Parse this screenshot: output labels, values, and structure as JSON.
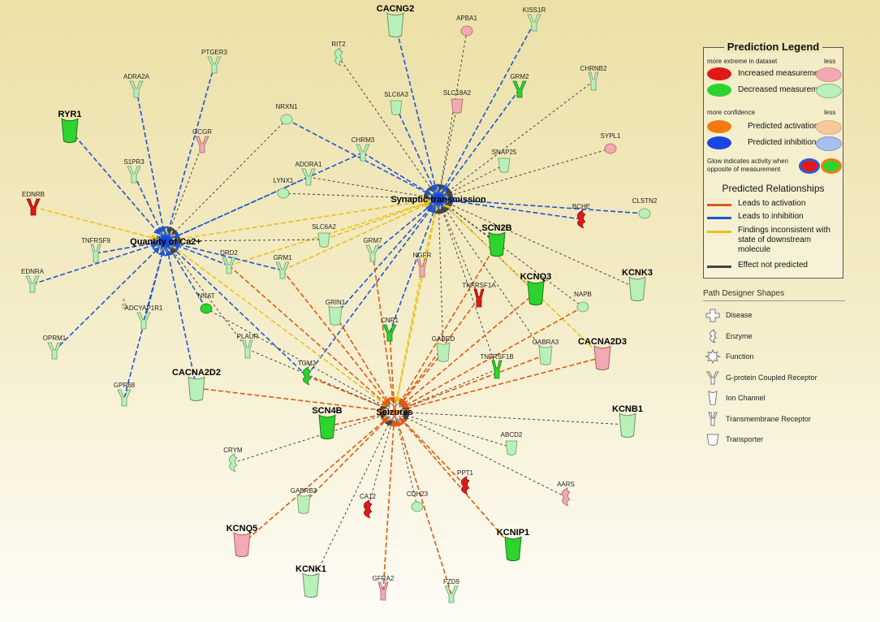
{
  "colors": {
    "activation": "#e05a10",
    "inhibition": "#1f55d6",
    "inconsistent": "#e8c21a",
    "not_predicted": "#444444",
    "increased_strong": "#e01818",
    "increased_light": "#f2a9b4",
    "decreased_strong": "#2dd42d",
    "decreased_light": "#b9efb9",
    "pred_activation": "#f27a10",
    "pred_inhibition": "#1a46e0",
    "pred_activation_light": "#f9c79b",
    "pred_inhibition_light": "#a9bff2"
  },
  "nodes": [
    {
      "id": "seizures",
      "label": "Seizures",
      "type": "function",
      "state": "activation",
      "bold": true
    },
    {
      "id": "synaptic",
      "label": "Synaptic transmission",
      "type": "function",
      "state": "inhibition",
      "bold": true
    },
    {
      "id": "quantity",
      "label": "Quantity of Ca2+",
      "type": "function",
      "state": "inhibition",
      "bold": true
    },
    {
      "id": "CACNG2",
      "label": "CACNG2",
      "type": "ion-channel",
      "expr": "down-light",
      "bold": true
    },
    {
      "id": "APBA1",
      "label": "APBA1",
      "type": "other",
      "expr": "up-light"
    },
    {
      "id": "KISS1R",
      "label": "KISS1R",
      "type": "gpcr",
      "expr": "down-light"
    },
    {
      "id": "RIT2",
      "label": "RIT2",
      "type": "enzyme",
      "expr": "down-light"
    },
    {
      "id": "SLC6A3",
      "label": "SLC6A3",
      "type": "transporter",
      "expr": "down-light"
    },
    {
      "id": "SLC18A2",
      "label": "SLC18A2",
      "type": "transporter",
      "expr": "up-light"
    },
    {
      "id": "GRM2",
      "label": "GRM2",
      "type": "gpcr",
      "expr": "down-strong"
    },
    {
      "id": "CHRNB2",
      "label": "CHRNB2",
      "type": "transmembrane",
      "expr": "down-light"
    },
    {
      "id": "PTGER3",
      "label": "PTGER3",
      "type": "gpcr",
      "expr": "down-light"
    },
    {
      "id": "ADRA2A",
      "label": "ADRA2A",
      "type": "gpcr",
      "expr": "down-light"
    },
    {
      "id": "NRXN1",
      "label": "NRXN1",
      "type": "other",
      "expr": "down-light"
    },
    {
      "id": "RYR1",
      "label": "RYR1",
      "type": "ion-channel",
      "expr": "down-strong",
      "bold": true
    },
    {
      "id": "GCGR",
      "label": "GCGR",
      "type": "gpcr",
      "expr": "up-light"
    },
    {
      "id": "CHRM3",
      "label": "CHRM3",
      "type": "gpcr",
      "expr": "down-light"
    },
    {
      "id": "SYPL1",
      "label": "SYPL1",
      "type": "other",
      "expr": "up-light"
    },
    {
      "id": "SNAP25",
      "label": "SNAP25",
      "type": "transporter",
      "expr": "down-light"
    },
    {
      "id": "S1PR3",
      "label": "S1PR3",
      "type": "gpcr",
      "expr": "down-light"
    },
    {
      "id": "ADORA1",
      "label": "ADORA1",
      "type": "gpcr",
      "expr": "down-light"
    },
    {
      "id": "LYNX1",
      "label": "LYNX1",
      "type": "other",
      "expr": "down-light"
    },
    {
      "id": "EDNRB",
      "label": "EDNRB",
      "type": "gpcr",
      "expr": "up-strong"
    },
    {
      "id": "BCHE",
      "label": "BCHE",
      "type": "enzyme",
      "expr": "up-strong"
    },
    {
      "id": "CLSTN2",
      "label": "CLSTN2",
      "type": "other",
      "expr": "down-light"
    },
    {
      "id": "TNFRSF9",
      "label": "TNFRSF9",
      "type": "transmembrane",
      "expr": "down-light"
    },
    {
      "id": "SLC6A2",
      "label": "SLC6A2",
      "type": "transporter",
      "expr": "down-light"
    },
    {
      "id": "SCN2B",
      "label": "SCN2B",
      "type": "ion-channel",
      "expr": "down-strong",
      "bold": true
    },
    {
      "id": "DRD2",
      "label": "DRD2",
      "type": "gpcr",
      "expr": "down-light"
    },
    {
      "id": "GRM7",
      "label": "GRM7",
      "type": "gpcr",
      "expr": "down-light"
    },
    {
      "id": "NGFR",
      "label": "NGFR",
      "type": "transmembrane",
      "expr": "up-light"
    },
    {
      "id": "EDNRA",
      "label": "EDNRA",
      "type": "gpcr",
      "expr": "down-light"
    },
    {
      "id": "GRM1",
      "label": "GRM1",
      "type": "gpcr",
      "expr": "down-light"
    },
    {
      "id": "TNFRSF1A",
      "label": "TNFRSF1A",
      "type": "transmembrane",
      "expr": "up-strong"
    },
    {
      "id": "KCNQ3",
      "label": "KCNQ3",
      "type": "ion-channel",
      "expr": "down-strong",
      "bold": true
    },
    {
      "id": "NAPB",
      "label": "NAPB",
      "type": "other",
      "expr": "down-light"
    },
    {
      "id": "KCNK3",
      "label": "KCNK3",
      "type": "ion-channel",
      "expr": "down-light",
      "bold": true
    },
    {
      "id": "NNAT",
      "label": "NNAT",
      "type": "other",
      "expr": "down-strong"
    },
    {
      "id": "GRIN1",
      "label": "GRIN1",
      "type": "ion-channel",
      "expr": "down-light"
    },
    {
      "id": "ADCYAP1R1",
      "label": "ADCYAP1R1",
      "type": "gpcr",
      "expr": "down-light"
    },
    {
      "id": "CNR1",
      "label": "CNR1",
      "type": "gpcr",
      "expr": "down-strong"
    },
    {
      "id": "OPRM1",
      "label": "OPRM1",
      "type": "gpcr",
      "expr": "down-light"
    },
    {
      "id": "GABRD",
      "label": "GABRD",
      "type": "ion-channel",
      "expr": "down-light"
    },
    {
      "id": "CACNA2D3",
      "label": "CACNA2D3",
      "type": "ion-channel",
      "expr": "up-light",
      "bold": true
    },
    {
      "id": "PLAUR",
      "label": "PLAUR",
      "type": "transmembrane",
      "expr": "down-light"
    },
    {
      "id": "TGM2",
      "label": "TGM2",
      "type": "enzyme",
      "expr": "down-strong"
    },
    {
      "id": "TNFRSF1B",
      "label": "TNFRSF1B",
      "type": "transmembrane",
      "expr": "down-strong"
    },
    {
      "id": "GABRA3",
      "label": "GABRA3",
      "type": "ion-channel",
      "expr": "down-light"
    },
    {
      "id": "CACNA2D2",
      "label": "CACNA2D2",
      "type": "ion-channel",
      "expr": "down-light",
      "bold": true
    },
    {
      "id": "GPR68",
      "label": "GPR68",
      "type": "gpcr",
      "expr": "down-light"
    },
    {
      "id": "SCN4B",
      "label": "SCN4B",
      "type": "ion-channel",
      "expr": "down-strong",
      "bold": true
    },
    {
      "id": "KCNB1",
      "label": "KCNB1",
      "type": "ion-channel",
      "expr": "down-light",
      "bold": true
    },
    {
      "id": "ABCD2",
      "label": "ABCD2",
      "type": "transporter",
      "expr": "down-light"
    },
    {
      "id": "CRYM",
      "label": "CRYM",
      "type": "enzyme",
      "expr": "down-light"
    },
    {
      "id": "PPT1",
      "label": "PPT1",
      "type": "enzyme",
      "expr": "up-strong"
    },
    {
      "id": "AARS",
      "label": "AARS",
      "type": "enzyme",
      "expr": "up-light"
    },
    {
      "id": "GABRB3",
      "label": "GABRB3",
      "type": "ion-channel",
      "expr": "down-light"
    },
    {
      "id": "CA12",
      "label": "CA12",
      "type": "enzyme",
      "expr": "up-strong"
    },
    {
      "id": "CDH23",
      "label": "CDH23",
      "type": "other",
      "expr": "down-light"
    },
    {
      "id": "KCNQ5",
      "label": "KCNQ5",
      "type": "ion-channel",
      "expr": "up-light",
      "bold": true
    },
    {
      "id": "KCNIP1",
      "label": "KCNIP1",
      "type": "ion-channel",
      "expr": "down-strong",
      "bold": true
    },
    {
      "id": "KCNK1",
      "label": "KCNK1",
      "type": "ion-channel",
      "expr": "down-light",
      "bold": true
    },
    {
      "id": "GFRA2",
      "label": "GFRA2",
      "type": "transmembrane",
      "expr": "up-light"
    },
    {
      "id": "FZD9",
      "label": "FZD9",
      "type": "gpcr",
      "expr": "down-light"
    }
  ],
  "edges": [
    {
      "from": "CACNG2",
      "to": "synaptic",
      "rel": "inhibition"
    },
    {
      "from": "APBA1",
      "to": "synaptic",
      "rel": "not_predicted"
    },
    {
      "from": "KISS1R",
      "to": "synaptic",
      "rel": "inhibition"
    },
    {
      "from": "RIT2",
      "to": "synaptic",
      "rel": "not_predicted"
    },
    {
      "from": "SLC6A3",
      "to": "synaptic",
      "rel": "inhibition"
    },
    {
      "from": "SLC18A2",
      "to": "synaptic",
      "rel": "not_predicted"
    },
    {
      "from": "GRM2",
      "to": "synaptic",
      "rel": "inhibition"
    },
    {
      "from": "CHRNB2",
      "to": "synaptic",
      "rel": "not_predicted"
    },
    {
      "from": "NRXN1",
      "to": "synaptic",
      "rel": "inhibition"
    },
    {
      "from": "CHRM3",
      "to": "synaptic",
      "rel": "inhibition"
    },
    {
      "from": "SYPL1",
      "to": "synaptic",
      "rel": "not_predicted"
    },
    {
      "from": "SNAP25",
      "to": "synaptic",
      "rel": "not_predicted"
    },
    {
      "from": "ADORA1",
      "to": "synaptic",
      "rel": "not_predicted"
    },
    {
      "from": "LYNX1",
      "to": "synaptic",
      "rel": "not_predicted"
    },
    {
      "from": "BCHE",
      "to": "synaptic",
      "rel": "inhibition"
    },
    {
      "from": "CLSTN2",
      "to": "synaptic",
      "rel": "inhibition"
    },
    {
      "from": "SLC6A2",
      "to": "synaptic",
      "rel": "inconsistent"
    },
    {
      "from": "DRD2",
      "to": "synaptic",
      "rel": "inconsistent"
    },
    {
      "from": "GRM7",
      "to": "synaptic",
      "rel": "inhibition"
    },
    {
      "from": "NGFR",
      "to": "synaptic",
      "rel": "inconsistent"
    },
    {
      "from": "GRM1",
      "to": "synaptic",
      "rel": "inconsistent"
    },
    {
      "from": "GRIN1",
      "to": "synaptic",
      "rel": "inhibition"
    },
    {
      "from": "CNR1",
      "to": "synaptic",
      "rel": "inhibition"
    },
    {
      "from": "GABRD",
      "to": "synaptic",
      "rel": "not_predicted"
    },
    {
      "from": "SCN2B",
      "to": "synaptic",
      "rel": "not_predicted"
    },
    {
      "from": "TNFRSF1A",
      "to": "synaptic",
      "rel": "not_predicted"
    },
    {
      "from": "KCNQ3",
      "to": "synaptic",
      "rel": "not_predicted"
    },
    {
      "from": "NAPB",
      "to": "synaptic",
      "rel": "not_predicted"
    },
    {
      "from": "KCNK3",
      "to": "synaptic",
      "rel": "not_predicted"
    },
    {
      "from": "CACNA2D3",
      "to": "synaptic",
      "rel": "inconsistent"
    },
    {
      "from": "TNFRSF1B",
      "to": "synaptic",
      "rel": "not_predicted"
    },
    {
      "from": "GABRA3",
      "to": "synaptic",
      "rel": "not_predicted"
    },
    {
      "from": "TGM2",
      "to": "synaptic",
      "rel": "inhibition"
    },
    {
      "from": "quantity",
      "to": "synaptic",
      "rel": "inconsistent"
    },
    {
      "from": "PTGER3",
      "to": "quantity",
      "rel": "inhibition"
    },
    {
      "from": "ADRA2A",
      "to": "quantity",
      "rel": "inhibition"
    },
    {
      "from": "RYR1",
      "to": "quantity",
      "rel": "inhibition"
    },
    {
      "from": "GCGR",
      "to": "quantity",
      "rel": "not_predicted"
    },
    {
      "from": "S1PR3",
      "to": "quantity",
      "rel": "inhibition"
    },
    {
      "from": "NRXN1",
      "to": "quantity",
      "rel": "not_predicted"
    },
    {
      "from": "CHRM3",
      "to": "quantity",
      "rel": "inhibition"
    },
    {
      "from": "ADORA1",
      "to": "quantity",
      "rel": "inhibition"
    },
    {
      "from": "EDNRB",
      "to": "quantity",
      "rel": "inconsistent"
    },
    {
      "from": "TNFRSF9",
      "to": "quantity",
      "rel": "inhibition"
    },
    {
      "from": "EDNRA",
      "to": "quantity",
      "rel": "inhibition"
    },
    {
      "from": "OPRM1",
      "to": "quantity",
      "rel": "inhibition"
    },
    {
      "from": "ADCYAP1R1",
      "to": "quantity",
      "rel": "inhibition"
    },
    {
      "from": "GPR68",
      "to": "quantity",
      "rel": "inhibition"
    },
    {
      "from": "CACNA2D2",
      "to": "quantity",
      "rel": "inhibition"
    },
    {
      "from": "NNAT",
      "to": "quantity",
      "rel": "inhibition"
    },
    {
      "from": "DRD2",
      "to": "quantity",
      "rel": "inhibition"
    },
    {
      "from": "GRM1",
      "to": "quantity",
      "rel": "inhibition"
    },
    {
      "from": "SLC6A2",
      "to": "quantity",
      "rel": "not_predicted"
    },
    {
      "from": "TGM2",
      "to": "quantity",
      "rel": "inhibition"
    },
    {
      "from": "PLAUR",
      "to": "quantity",
      "rel": "not_predicted"
    },
    {
      "from": "SCN4B",
      "to": "seizures",
      "rel": "activation"
    },
    {
      "from": "KCNB1",
      "to": "seizures",
      "rel": "not_predicted"
    },
    {
      "from": "ABCD2",
      "to": "seizures",
      "rel": "not_predicted"
    },
    {
      "from": "CRYM",
      "to": "seizures",
      "rel": "not_predicted"
    },
    {
      "from": "PPT1",
      "to": "seizures",
      "rel": "activation"
    },
    {
      "from": "AARS",
      "to": "seizures",
      "rel": "not_predicted"
    },
    {
      "from": "GABRB3",
      "to": "seizures",
      "rel": "activation"
    },
    {
      "from": "CA12",
      "to": "seizures",
      "rel": "not_predicted"
    },
    {
      "from": "CDH23",
      "to": "seizures",
      "rel": "not_predicted"
    },
    {
      "from": "KCNQ5",
      "to": "seizures",
      "rel": "activation"
    },
    {
      "from": "KCNIP1",
      "to": "seizures",
      "rel": "activation"
    },
    {
      "from": "KCNK1",
      "to": "seizures",
      "rel": "not_predicted"
    },
    {
      "from": "GFRA2",
      "to": "seizures",
      "rel": "activation"
    },
    {
      "from": "FZD9",
      "to": "seizures",
      "rel": "activation"
    },
    {
      "from": "CACNA2D2",
      "to": "seizures",
      "rel": "activation"
    },
    {
      "from": "CACNA2D3",
      "to": "seizures",
      "rel": "activation"
    },
    {
      "from": "GABRA3",
      "to": "seizures",
      "rel": "activation"
    },
    {
      "from": "TNFRSF1B",
      "to": "seizures",
      "rel": "not_predicted"
    },
    {
      "from": "GABRD",
      "to": "seizures",
      "rel": "activation"
    },
    {
      "from": "NAPB",
      "to": "seizures",
      "rel": "activation"
    },
    {
      "from": "KCNQ3",
      "to": "seizures",
      "rel": "activation"
    },
    {
      "from": "TNFRSF1A",
      "to": "seizures",
      "rel": "activation"
    },
    {
      "from": "SCN2B",
      "to": "seizures",
      "rel": "activation"
    },
    {
      "from": "CNR1",
      "to": "seizures",
      "rel": "activation"
    },
    {
      "from": "GRIN1",
      "to": "seizures",
      "rel": "activation"
    },
    {
      "from": "NGFR",
      "to": "seizures",
      "rel": "inconsistent"
    },
    {
      "from": "GRM7",
      "to": "seizures",
      "rel": "activation"
    },
    {
      "from": "TGM2",
      "to": "seizures",
      "rel": "activation"
    },
    {
      "from": "PLAUR",
      "to": "seizures",
      "rel": "not_predicted"
    },
    {
      "from": "GRM1",
      "to": "seizures",
      "rel": "activation"
    },
    {
      "from": "NNAT",
      "to": "seizures",
      "rel": "not_predicted"
    },
    {
      "from": "quantity",
      "to": "seizures",
      "rel": "inconsistent"
    },
    {
      "from": "synaptic",
      "to": "seizures",
      "rel": "inconsistent"
    },
    {
      "from": "DRD2",
      "to": "seizures",
      "rel": "activation"
    }
  ],
  "edge_annotation": "< (/)",
  "legend": {
    "title": "Prediction Legend",
    "header_left_1": "more extreme in dataset",
    "header_right_1": "less",
    "increased": "Increased measurement",
    "decreased": "Decreased measurement",
    "header_left_2": "more confidence",
    "header_right_2": "less",
    "pred_activation": "Predicted activation",
    "pred_inhibition": "Predicted inhibition",
    "glow_note": "Glow indicates activity when opposite of measurement",
    "relationships_title": "Predicted Relationships",
    "rel_activation": "Leads to activation",
    "rel_inhibition": "Leads to inhibition",
    "rel_inconsistent": "Findings inconsistent with state of downstream molecule",
    "rel_not_predicted": "Effect not predicted"
  },
  "shapes_legend": {
    "title": "Path Designer Shapes",
    "items": [
      {
        "icon": "disease-icon",
        "label": "Disease"
      },
      {
        "icon": "enzyme-icon",
        "label": "Enzyme"
      },
      {
        "icon": "function-icon",
        "label": "Function"
      },
      {
        "icon": "gpcr-icon",
        "label": "G-protein Coupled Receptor"
      },
      {
        "icon": "ion-channel-icon",
        "label": "Ion Channel"
      },
      {
        "icon": "transmembrane-receptor-icon",
        "label": "Transmembrane Receptor"
      },
      {
        "icon": "transporter-icon",
        "label": "Transporter"
      }
    ]
  }
}
